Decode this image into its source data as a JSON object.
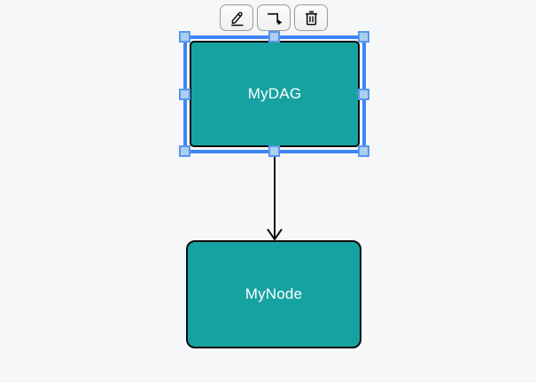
{
  "colors": {
    "canvas-bg": "#f6f7f9",
    "node-fill": "#17a2a2",
    "node-border": "#0a0a0a",
    "node-text": "#ffffff",
    "selection-blue": "#3c85f6",
    "handle-fill": "#abd0ee",
    "handle-border": "#5795ee",
    "button-bg": "#f6f6f6",
    "button-border": "#9a9a9a",
    "icon-color": "#111111",
    "edge-color": "#111111"
  },
  "toolbar": {
    "buttons": [
      {
        "name": "edit",
        "icon": "pencil-icon"
      },
      {
        "name": "add-connection",
        "icon": "elbow-arrow-icon"
      },
      {
        "name": "delete",
        "icon": "trash-icon"
      }
    ]
  },
  "nodes": [
    {
      "label": "MyDAG",
      "selected": true
    },
    {
      "label": "MyNode",
      "selected": false
    }
  ],
  "edge": {
    "from": "MyDAG",
    "to": "MyNode"
  }
}
